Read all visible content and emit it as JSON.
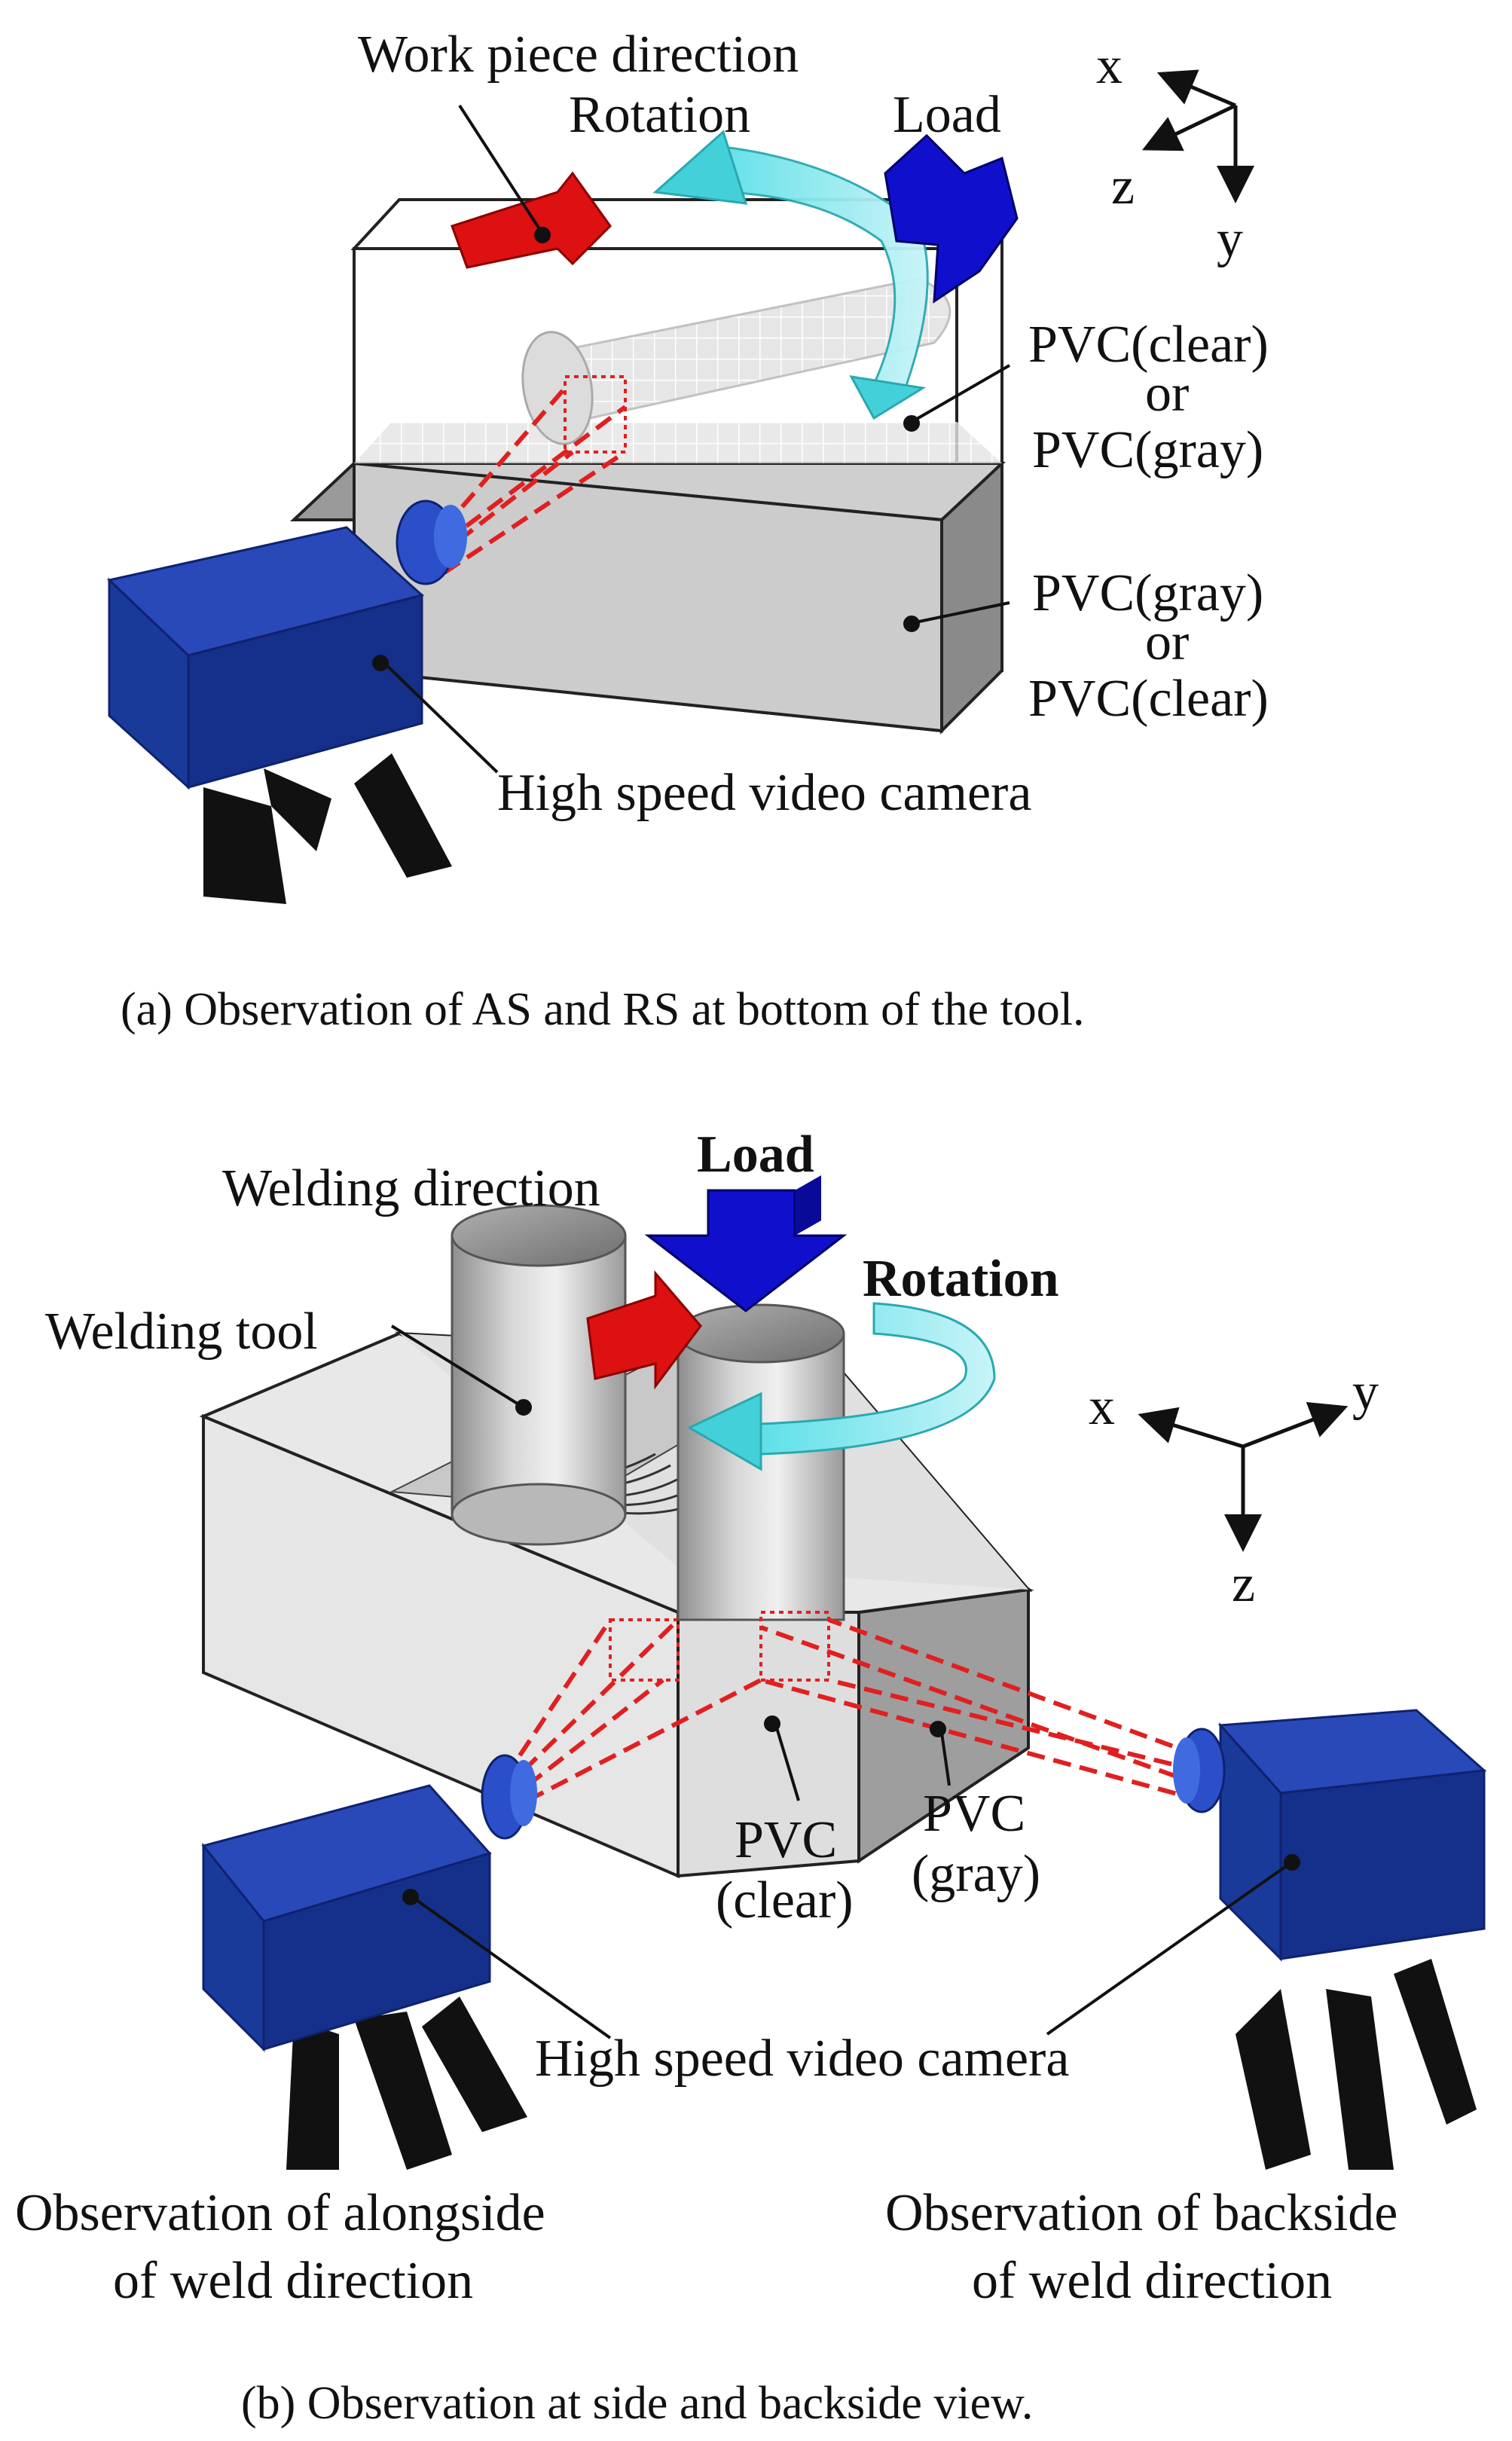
{
  "panel_a": {
    "labels": {
      "work_piece_direction": "Work piece direction",
      "rotation": "Rotation",
      "load": "Load",
      "pvc_top_1": "PVC(clear)",
      "pvc_top_or": "or",
      "pvc_top_2": "PVC(gray)",
      "pvc_bottom_1": "PVC(gray)",
      "pvc_bottom_or": "or",
      "pvc_bottom_2": "PVC(clear)",
      "camera": "High speed video camera"
    },
    "axes": {
      "x": "x",
      "z": "z",
      "y": "y"
    },
    "caption": "(a) Observation of AS and RS at bottom of the tool."
  },
  "panel_b": {
    "labels": {
      "load": "Load",
      "welding_direction": "Welding direction",
      "rotation": "Rotation",
      "welding_tool": "Welding tool",
      "pvc_clear_1": "PVC",
      "pvc_clear_2": "(clear)",
      "pvc_gray_1": "PVC",
      "pvc_gray_2": "(gray)",
      "camera": "High speed video camera",
      "obs_alongside_1": "Observation of alongside",
      "obs_alongside_2": "of weld direction",
      "obs_backside_1": "Observation of backside",
      "obs_backside_2": "of weld direction"
    },
    "axes": {
      "x": "x",
      "y": "y",
      "z": "z"
    },
    "caption": "(b) Observation at side and backside view."
  },
  "colors": {
    "camera_blue": "#1a3a9a",
    "camera_blue_dark": "#0f2270",
    "load_arrow": "#1010cc",
    "direction_arrow": "#dd1111",
    "rotation_arrow": "#44d0d8",
    "sight_lines": "#e02020",
    "block_gray": "#c8c8c8"
  }
}
